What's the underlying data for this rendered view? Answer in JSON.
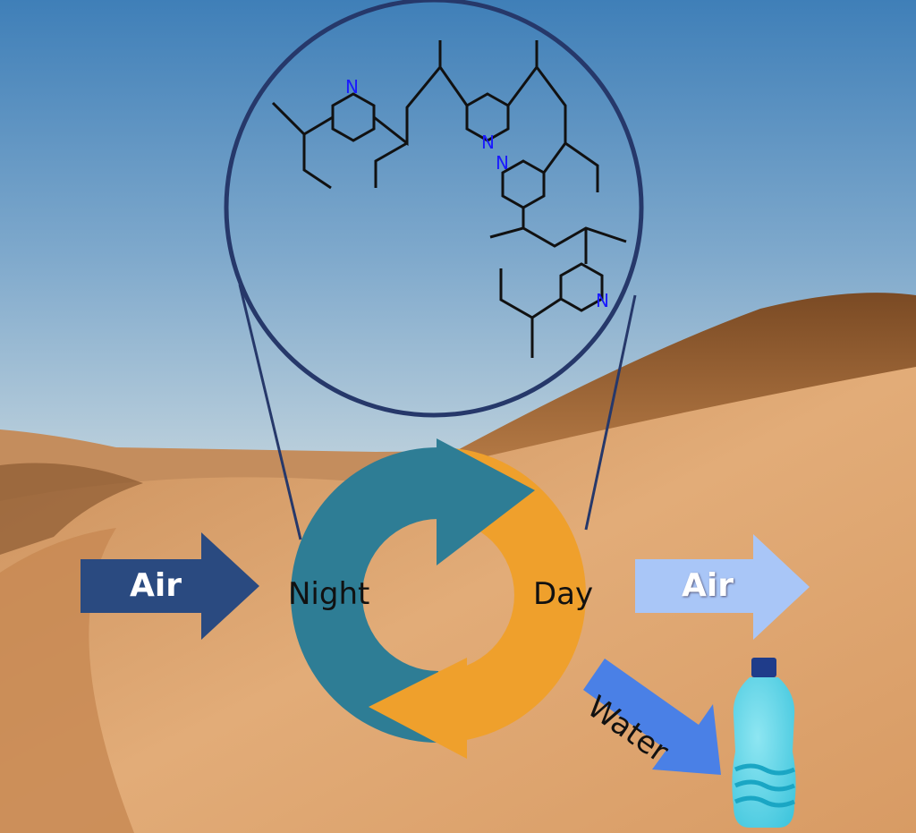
{
  "labels": {
    "air_in": "Air",
    "air_out": "Air",
    "night": "Night",
    "day": "Day",
    "water": "Water"
  },
  "molecule": {
    "nitrogen_label": "N",
    "nitrogen_count": 4
  },
  "colors": {
    "sky_top": "#3f7fb8",
    "sky_bottom": "#b9cfdd",
    "sand": "#dca672",
    "magnifier": "#26386a",
    "night": "#2e7d95",
    "day": "#efa02c",
    "air_in": "#2a4a80",
    "air_out": "#a9c6f7",
    "water_arrow": "#4a80e6",
    "nitrogen": "#1a1aff"
  }
}
